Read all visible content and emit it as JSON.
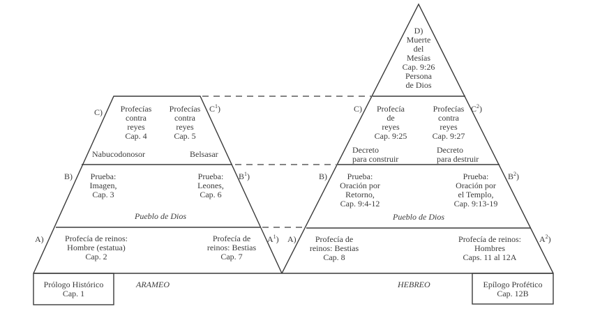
{
  "diagram": {
    "left_pyramid": {
      "section_labels": {
        "c": "C)",
        "c1_base": "C",
        "c1_sup": "1",
        "c1_close": ")",
        "b": "B)",
        "b1_base": "B",
        "b1_sup": "1",
        "b1_close": ")",
        "a": "A)",
        "a1_base": "A",
        "a1_sup": "1",
        "a1_close": ")"
      },
      "c_left": [
        "Profecías",
        "contra",
        "reyes",
        "Cap. 4"
      ],
      "c_right": [
        "Profecías",
        "contra",
        "reyes",
        "Cap. 5"
      ],
      "c_left_king": "Nabucodonosor",
      "c_right_king": "Belsasar",
      "b_left": [
        "Prueba:",
        "Imagen,",
        "Cap. 3"
      ],
      "b_right": [
        "Prueba:",
        "Leones,",
        "Cap. 6"
      ],
      "b_people": "Pueblo de Dios",
      "a_left": [
        "Profecía de reinos:",
        "Hombre (estatua)",
        "Cap. 2"
      ],
      "a_right": [
        "Profecía de",
        "reinos: Bestias",
        "Cap. 7"
      ]
    },
    "right_pyramid": {
      "section_labels": {
        "d": "D)",
        "c": "C)",
        "c2_base": "C",
        "c2_sup": "2",
        "c2_close": ")",
        "b": "B)",
        "b2_base": "B",
        "b2_sup": "2",
        "b2_close": ")",
        "a": "A)",
        "a2_base": "A",
        "a2_sup": "2",
        "a2_close": ")"
      },
      "d_apex": [
        "Muerte",
        "del",
        "Mesías",
        "Cap. 9:26",
        "Persona",
        "de Dios"
      ],
      "c_left": [
        "Profecía",
        "de",
        "reyes",
        "Cap. 9:25"
      ],
      "c_right": [
        "Profecías",
        "contra",
        "reyes",
        "Cap. 9:27"
      ],
      "c_left_decree": [
        "Decreto",
        "para construir"
      ],
      "c_right_decree": [
        "Decreto",
        "para destruir"
      ],
      "b_left": [
        "Prueba:",
        "Oración por",
        "Retorno,",
        "Cap. 9:4-12"
      ],
      "b_right": [
        "Prueba:",
        "Oración por",
        "el Templo,",
        "Cap. 9:13-19"
      ],
      "b_people": "Pueblo de Dios",
      "a_left": [
        "Profecía de",
        "reinos: Bestias",
        "Cap. 8"
      ],
      "a_right": [
        "Profecía de reinos:",
        "Hombres",
        "Caps. 11 al 12A"
      ]
    },
    "prologue": [
      "Prólogo Histórico",
      "Cap. 1"
    ],
    "epilogue": [
      "Epílogo Profético",
      "Cap. 12B"
    ],
    "language_left": "ARAMEO",
    "language_right": "HEBREO",
    "line_color": "#3a3a3a"
  }
}
